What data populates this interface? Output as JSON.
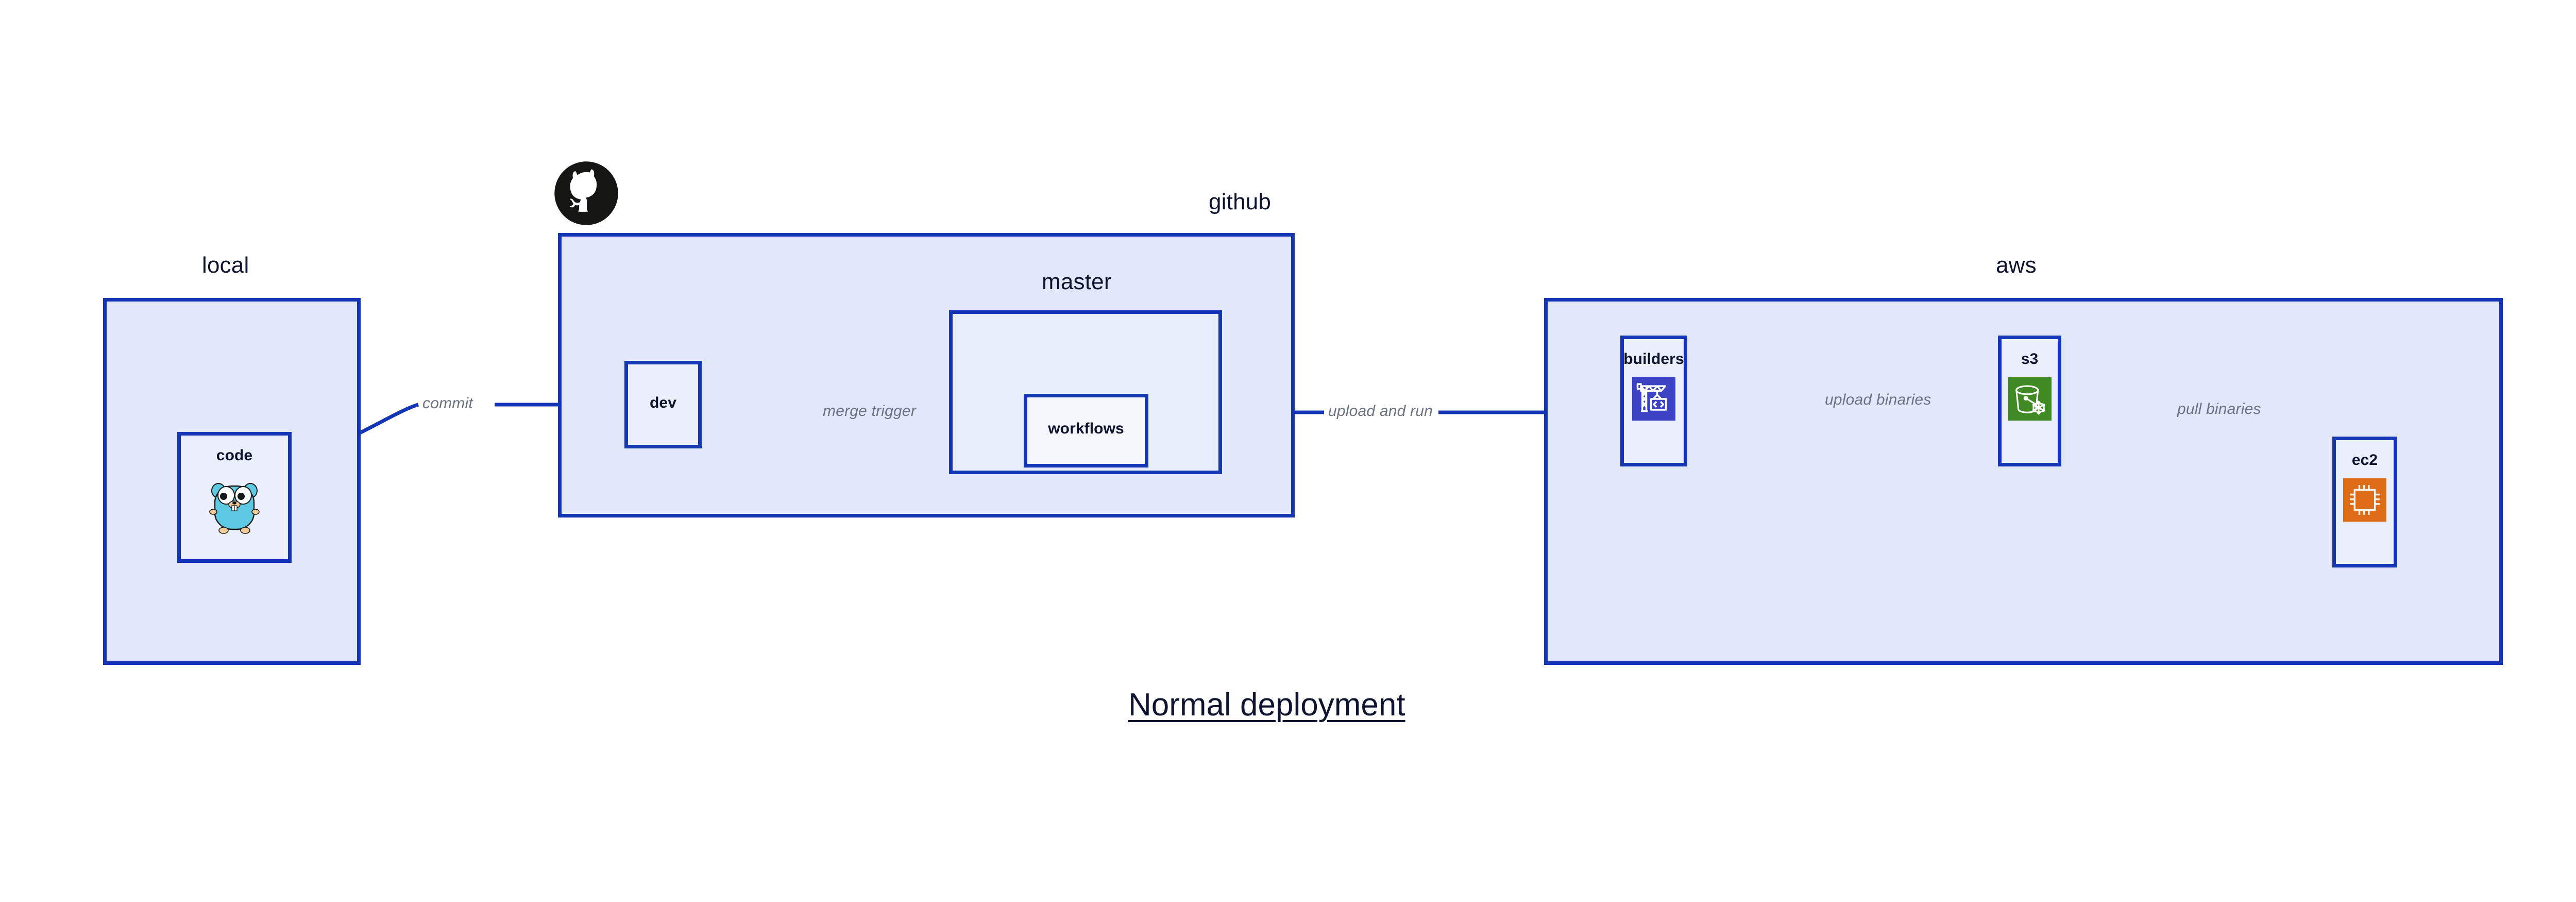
{
  "title": "Normal deployment",
  "colors": {
    "group_border": "#1435B5",
    "group_fill": "#E2E7FA",
    "group_fill_level2": "#E8EDFB",
    "node_fill": "#EBEFFB",
    "node_fill_white": "#F5F7FD",
    "edge_stroke": "#1435B5",
    "edge_label_text": "#6B7280",
    "text_dark": "#0E1330",
    "background": "#FFFFFF",
    "builders_icon_bg": "#3B43C4",
    "s3_icon_bg": "#3F8A23",
    "ec2_icon_bg": "#DE6B15",
    "gopher_body": "#5DC9E2",
    "octocat": "#161614"
  },
  "groups": [
    {
      "id": "local",
      "label": "local"
    },
    {
      "id": "github",
      "label": "github"
    },
    {
      "id": "master",
      "label": "master"
    },
    {
      "id": "aws",
      "label": "aws"
    }
  ],
  "nodes": [
    {
      "id": "code",
      "label": "code",
      "icon": "go-gopher-icon"
    },
    {
      "id": "dev",
      "label": "dev",
      "icon": "none"
    },
    {
      "id": "workflows",
      "label": "workflows",
      "icon": "none"
    },
    {
      "id": "builders",
      "label": "builders",
      "icon": "aws-builders-crane-icon"
    },
    {
      "id": "s3",
      "label": "s3",
      "icon": "aws-s3-bucket-icon"
    },
    {
      "id": "ec2",
      "label": "ec2",
      "icon": "aws-ec2-chip-icon"
    }
  ],
  "edges": [
    {
      "id": "code-to-dev",
      "from": "code",
      "to": "dev",
      "label": "commit"
    },
    {
      "id": "dev-to-workflows",
      "from": "dev",
      "to": "workflows",
      "label": "merge trigger"
    },
    {
      "id": "workflows-to-builders",
      "from": "workflows",
      "to": "builders",
      "label": "upload and run"
    },
    {
      "id": "builders-to-s3",
      "from": "builders",
      "to": "s3",
      "label": "upload binaries"
    },
    {
      "id": "s3-to-ec2",
      "from": "s3",
      "to": "ec2",
      "label": "pull binaries"
    }
  ],
  "icons": {
    "github_logo": "github-octocat-icon"
  }
}
